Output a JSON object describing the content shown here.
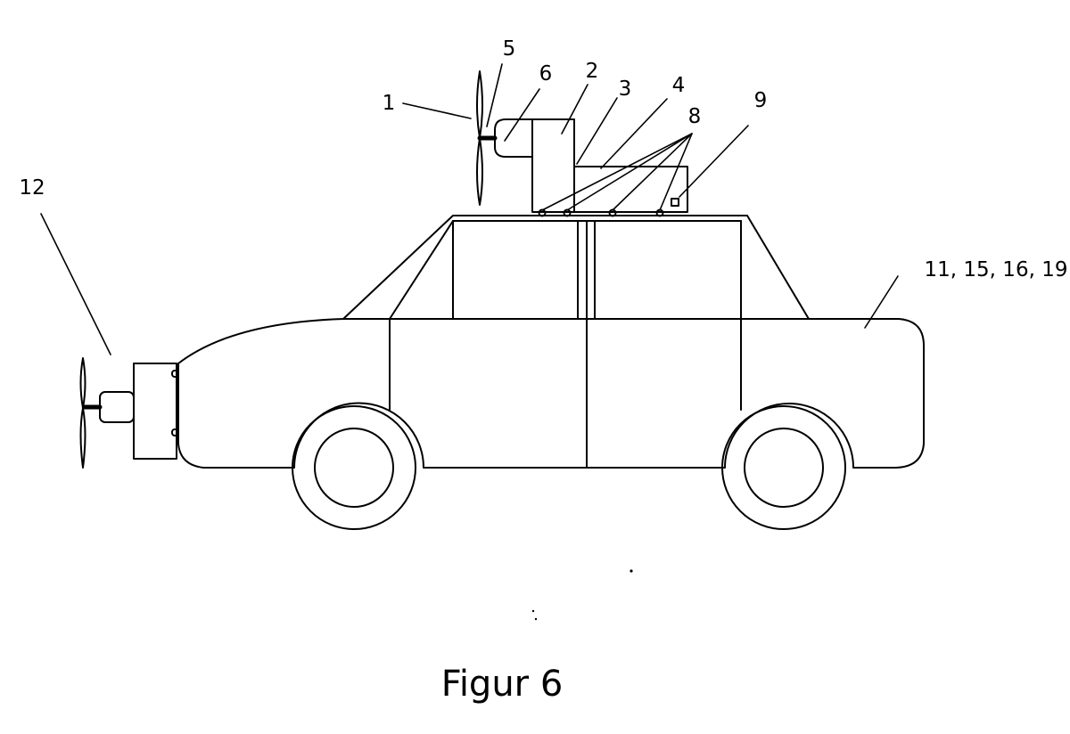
{
  "figure": {
    "caption": "Figur 6",
    "labels": {
      "l1": "1",
      "l2": "2",
      "l3": "3",
      "l4": "4",
      "l5": "5",
      "l6": "6",
      "l8": "8",
      "l9": "9",
      "l12": "12",
      "l11": "11, 15, 16, 19"
    }
  },
  "colors": {
    "line": "#000000",
    "background": "#ffffff"
  }
}
